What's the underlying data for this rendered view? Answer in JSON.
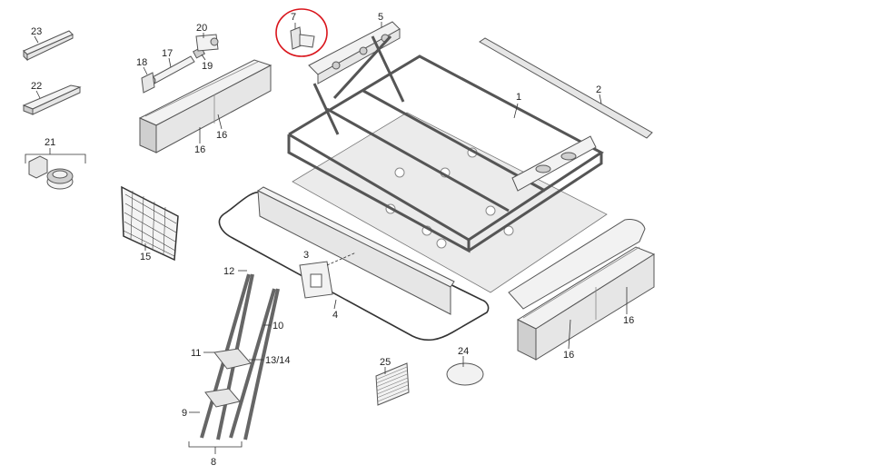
{
  "diagram": {
    "labels": {
      "p1": "1",
      "p2": "2",
      "p3": "3",
      "p4": "4",
      "p5": "5",
      "p7": "7",
      "p8": "8",
      "p9": "9",
      "p10": "10",
      "p11": "11",
      "p12": "12",
      "p13_14": "13/14",
      "p15": "15",
      "p16a": "16",
      "p16b": "16",
      "p16c": "16",
      "p16d": "16",
      "p17": "17",
      "p18": "18",
      "p19": "19",
      "p20": "20",
      "p21": "21",
      "p22": "22",
      "p23": "23",
      "p24": "24",
      "p25": "25"
    },
    "highlight_color": "#d9141b"
  }
}
